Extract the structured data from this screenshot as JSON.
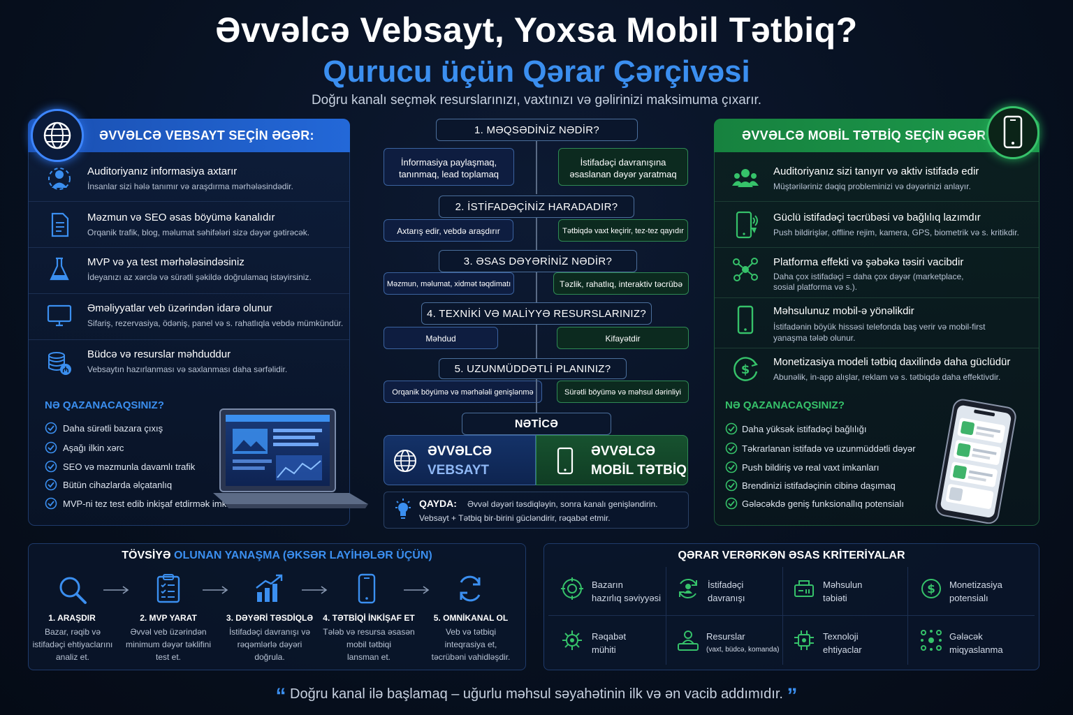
{
  "header": {
    "title": "Əvvəlcə Vebsayt, Yoxsa Mobil Tətbiq?",
    "subtitle": "Qurucu üçün Qərar Çərçivəsi",
    "tagline": "Doğru kanalı seçmək resurslarınızı, vaxtınızı və gəlirinizi maksimuma çıxarır."
  },
  "left": {
    "heading": "ƏVVƏLCƏ VEBSAYT SEÇİN ƏGƏR:",
    "items": [
      {
        "title": "Auditoriyanız informasiya axtarır",
        "desc": "İnsanlar sizi hələ tanımır və araşdırma mərhələsindədir.",
        "icon": "audience-search-icon"
      },
      {
        "title": "Məzmun və SEO əsas böyümə kanalıdır",
        "desc": "Orqanik trafik, blog, məlumat səhifələri sizə dəyər gətirəcək.",
        "icon": "document-icon"
      },
      {
        "title": "MVP və ya test mərhələsindəsiniz",
        "desc": "İdeyanızı az xərclə və sürətli şəkildə doğrulamaq istəyirsiniz.",
        "icon": "flask-icon"
      },
      {
        "title": "Əməliyyatlar veb üzərindən idarə olunur",
        "desc": "Sifariş, rezervasiya, ödəniş, panel və s. rahatlıqla vebdə mümkündür.",
        "icon": "monitor-icon"
      },
      {
        "title": "Büdcə və resurslar məhduddur",
        "desc": "Vebsaytın hazırlanması və saxlanması daha sərfəlidir.",
        "icon": "coins-icon"
      }
    ],
    "gains_heading": "NƏ QAZANACAQSINIZ?",
    "gains": [
      "Daha sürətli bazara çıxış",
      "Aşağı ilkin xərc",
      "SEO və məzmunla davamlı trafik",
      "Bütün cihazlarda əlçatanlıq",
      "MVP-ni tez test edib inkişaf etdirmək imkanı"
    ]
  },
  "right": {
    "heading": "ƏVVƏLCƏ MOBİL TƏTBİQ SEÇİN ƏGƏR:",
    "items": [
      {
        "title": "Auditoriyanız sizi tanıyır və aktiv istifadə edir",
        "desc": "Müştəriləriniz dəqiq probleminizi və dəyərinizi anlayır.",
        "icon": "users-icon"
      },
      {
        "title": "Güclü istifadəçi təcrübəsi və bağlılıq lazımdır",
        "desc": "Push bildirişlər, offline rejim, kamera, GPS, biometrik və s. kritikdir.",
        "icon": "phone-notify-icon"
      },
      {
        "title": "Platforma effekti və şəbəkə təsiri vacibdir",
        "desc": "Daha çox istifadəçi = daha çox dəyər (marketplace,",
        "desc2": "sosial platforma və s.).",
        "icon": "network-icon"
      },
      {
        "title": "Məhsulunuz mobil-ə yönəlikdir",
        "desc": "İstifadənin böyük hissəsi telefonda baş verir və mobil-first",
        "desc2": "yanaşma tələb olunur.",
        "icon": "smartphone-icon"
      },
      {
        "title": "Monetizasiya modeli tətbiq daxilində daha güclüdür",
        "desc": "Abunəlik, in-app alışlar, reklam və s. tətbiqdə daha effektivdir.",
        "icon": "dollar-cycle-icon"
      }
    ],
    "gains_heading": "NƏ QAZANACAQSINIZ?",
    "gains": [
      "Daha yüksək istifadəçi bağlılığı",
      "Təkrarlanan istifadə və uzunmüddətli dəyər",
      "Push bildiriş və real vaxt imkanları",
      "Brendinizi istifadəçinin cibinə daşımaq",
      "Gələcəkdə geniş funksionallıq potensialı"
    ]
  },
  "flow": {
    "q1": "1. MƏQSƏDİNİZ NƏDİR?",
    "q1_left_a": "İnformasiya paylaşmaq,",
    "q1_left_b": "tanınmaq, lead toplamaq",
    "q1_right_a": "İstifadəçi davranışına",
    "q1_right_b": "əsaslanan dəyər yaratmaq",
    "q2": "2. İSTİFADƏÇİNİZ HARADADIR?",
    "q2_left": "Axtarış edir, vebdə araşdırır",
    "q2_right": "Tətbiqdə vaxt keçirir, tez-tez qayıdır",
    "q3": "3. ƏSAS DƏYƏRİNİZ NƏDİR?",
    "q3_left": "Məzmun, məlumat, xidmət təqdimatı",
    "q3_right": "Təzlik, rahatlıq, interaktiv təcrübə",
    "q4": "4. TEXNİKİ VƏ MALİYYƏ RESURSLARINIZ?",
    "q4_left": "Məhdud",
    "q4_right": "Kifayətdir",
    "q5": "5. UZUNMÜDDƏTLİ PLANINIZ?",
    "q5_left": "Orqanik böyümə və mərhələli genişlənmə",
    "q5_right": "Sürətli böyümə və məhsul dərinliyi",
    "result": "NƏTİCƏ",
    "result_left_a": "ƏVVƏLCƏ",
    "result_left_b": "VEBSAYT",
    "result_right_a": "ƏVVƏLCƏ",
    "result_right_b": "MOBİL TƏTBİQ",
    "rule_label": "QAYDA:",
    "rule_a": "Əvvəl dəyəri təsdiqləyin, sonra kanalı genişləndirin.",
    "rule_b": "Vebsayt + Tətbiq bir-birini gücləndirir, rəqabət etmir."
  },
  "approach": {
    "title_a": "TÖVSİYƏ",
    "title_b": "OLUNAN YANAŞMA (ƏKSƏR LAYİHƏLƏR ÜÇÜN)",
    "steps": [
      {
        "title": "1. ARAŞDIR",
        "l1": "Bazar, rəqib və",
        "l2": "istifadəçi ehtiyaclarını",
        "l3": "analiz et.",
        "icon": "magnifier-icon"
      },
      {
        "title": "2. MVP YARAT",
        "l1": "Əvvəl veb üzərindən",
        "l2": "minimum dəyər təklifini",
        "l3": "test et.",
        "icon": "clipboard-icon"
      },
      {
        "title": "3. DƏYƏRİ TƏSDİQLƏ",
        "l1": "İstifadəçi davranışı və",
        "l2": "rəqəmlərlə dəyəri",
        "l3": "doğrula.",
        "icon": "growth-chart-icon"
      },
      {
        "title": "4. TƏTBİQİ İNKİŞAF ET",
        "l1": "Tələb və resursa əsasən",
        "l2": "mobil tətbiqi",
        "l3": "lansman et.",
        "icon": "mobile-icon"
      },
      {
        "title": "5. OMNİKANAL OL",
        "l1": "Veb və tətbiqi",
        "l2": "inteqrasiya et,",
        "l3": "təcrübəni vahidləşdir.",
        "icon": "sync-icon"
      }
    ]
  },
  "criteria": {
    "title": "QƏRAR VERƏRKƏN ƏSAS KRİTERİYALAR",
    "items": [
      {
        "l1": "Bazarın",
        "l2": "hazırlıq səviyyəsi",
        "icon": "target-icon"
      },
      {
        "l1": "İstifadəçi",
        "l2": "davranışı",
        "icon": "behavior-cycle-icon"
      },
      {
        "l1": "Məhsulun",
        "l2": "təbiəti",
        "icon": "product-box-icon"
      },
      {
        "l1": "Monetizasiya",
        "l2": "potensialı",
        "icon": "money-icon"
      },
      {
        "l1": "Rəqabət",
        "l2": "mühiti",
        "icon": "competition-icon"
      },
      {
        "l1": "Resurslar",
        "l2": "(vaxt, büdcə, komanda)",
        "icon": "team-icon"
      },
      {
        "l1": "Texnoloji",
        "l2": "ehtiyaclar",
        "icon": "chip-icon"
      },
      {
        "l1": "Gələcək",
        "l2": "miqyaslanma",
        "icon": "scale-nodes-icon"
      }
    ]
  },
  "quote": "Doğru kanal ilə başlamaq – uğurlu məhsul səyahətinin ilk və ən vacib addımıdır.",
  "colors": {
    "blue": "#3b8ff0",
    "green": "#36c26a",
    "bg": "#07101f"
  }
}
